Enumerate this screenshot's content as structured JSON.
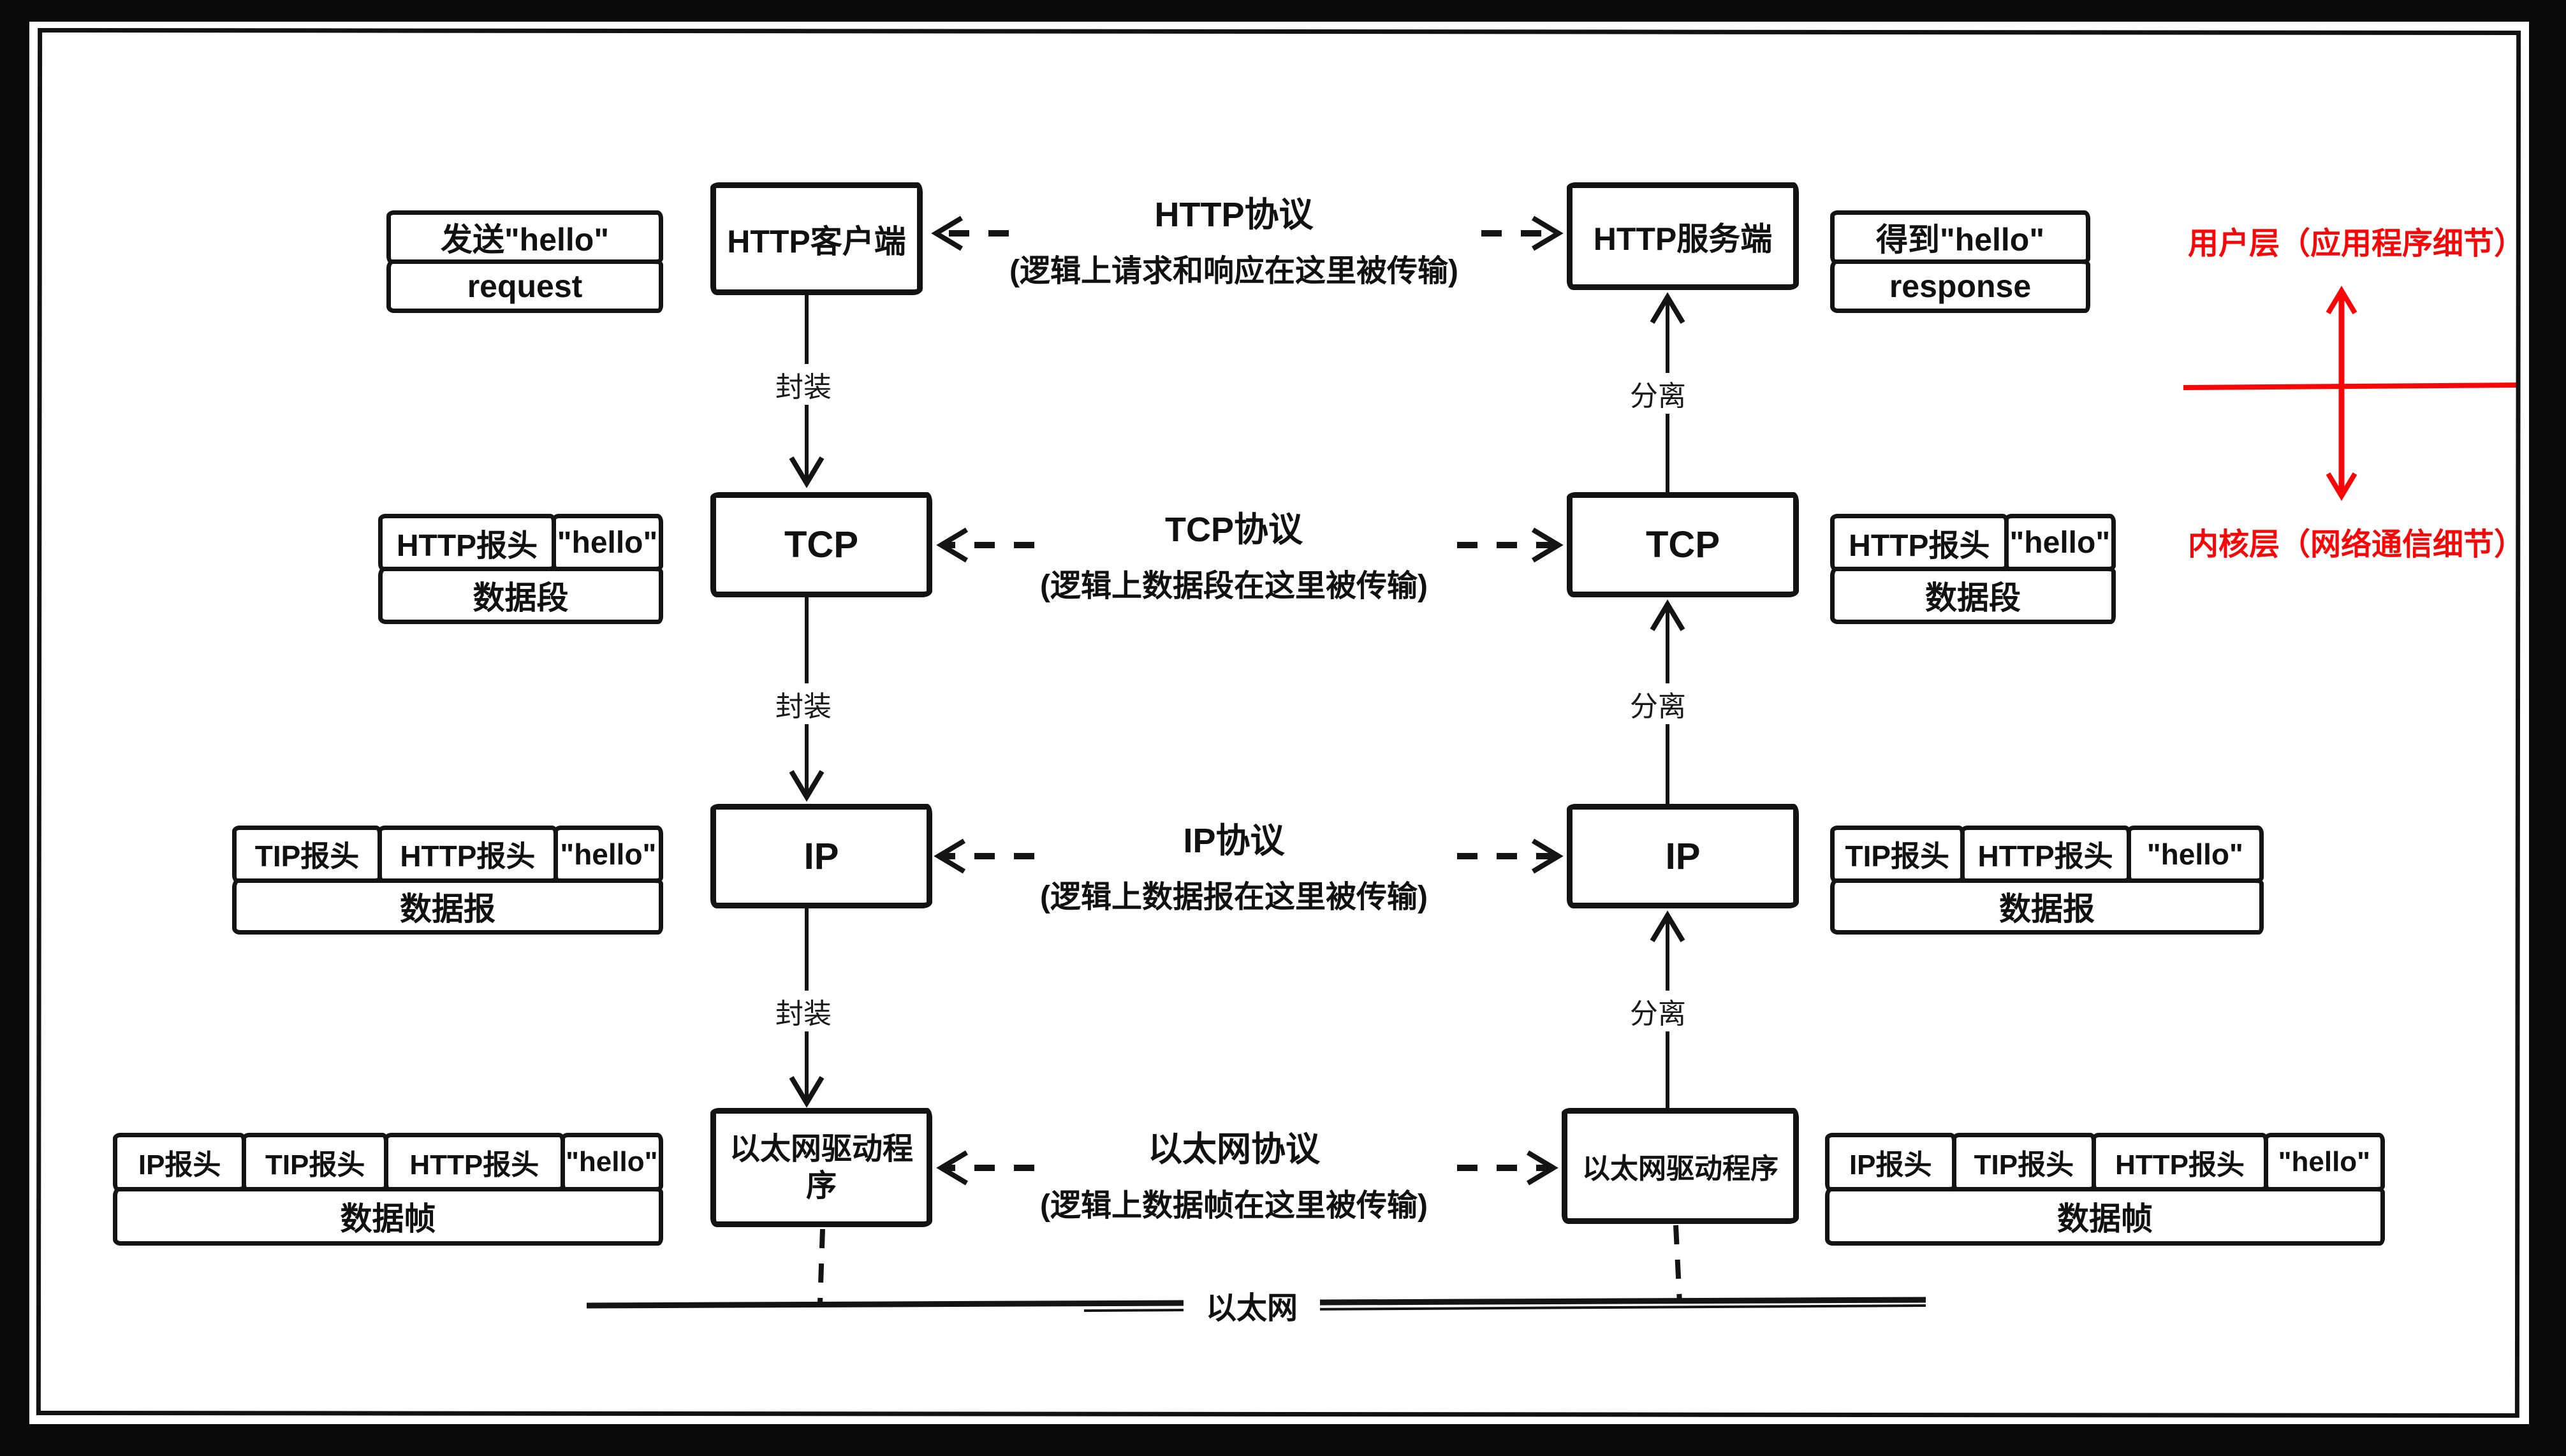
{
  "annotations": {
    "user_layer": "用户层（应用程序细节）",
    "kernel_layer": "内核层（网络通信细节）",
    "accent_color": "#f70808",
    "ethernet_label": "以太网"
  },
  "labels": {
    "encapsulate": "封装",
    "separate": "分离"
  },
  "rows": [
    {
      "sender": "HTTP客户端",
      "receiver": "HTTP服务端",
      "protocol": "HTTP协议",
      "protocol_note": "(逻辑上请求和响应在这里被传输)",
      "left_segments": [
        "发送\"hello\""
      ],
      "left_label": "request",
      "right_segments": [
        "得到\"hello\""
      ],
      "right_label": "response"
    },
    {
      "sender": "TCP",
      "receiver": "TCP",
      "protocol": "TCP协议",
      "protocol_note": "(逻辑上数据段在这里被传输)",
      "left_segments": [
        "HTTP报头",
        "\"hello\""
      ],
      "left_label": "数据段",
      "right_segments": [
        "HTTP报头",
        "\"hello\""
      ],
      "right_label": "数据段"
    },
    {
      "sender": "IP",
      "receiver": "IP",
      "protocol": "IP协议",
      "protocol_note": "(逻辑上数据报在这里被传输)",
      "left_segments": [
        "TIP报头",
        "HTTP报头",
        "\"hello\""
      ],
      "left_label": "数据报",
      "right_segments": [
        "TIP报头",
        "HTTP报头",
        "\"hello\""
      ],
      "right_label": "数据报"
    },
    {
      "sender": "以太网驱动程序",
      "receiver": "以太网驱动程序",
      "protocol": "以太网协议",
      "protocol_note": "(逻辑上数据帧在这里被传输)",
      "left_segments": [
        "IP报头",
        "TIP报头",
        "HTTP报头",
        "\"hello\""
      ],
      "left_label": "数据帧",
      "right_segments": [
        "IP报头",
        "TIP报头",
        "HTTP报头",
        "\"hello\""
      ],
      "right_label": "数据帧"
    }
  ]
}
